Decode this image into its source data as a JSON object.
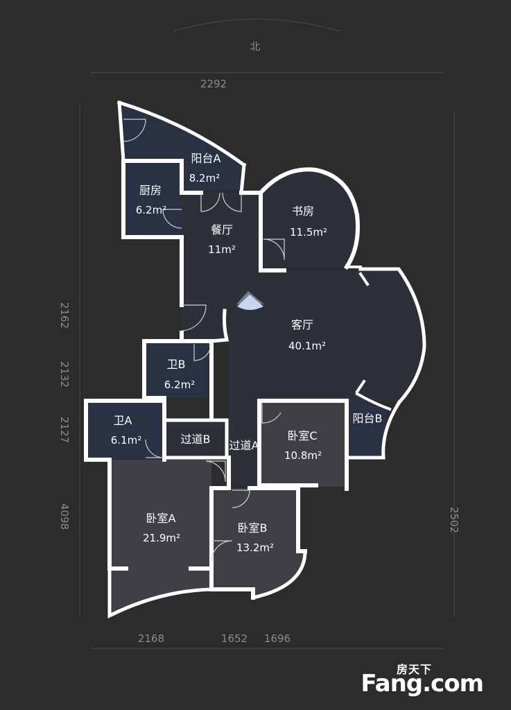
{
  "compass_label": "北",
  "dimensions": {
    "top": "2292",
    "left_1": "2162",
    "left_2": "2132",
    "left_3": "2127",
    "left_4": "4098",
    "right": "2502",
    "bottom_1": "2168",
    "bottom_2": "1652",
    "bottom_3": "1696"
  },
  "rooms": {
    "balcony_a": {
      "name": "阳台A",
      "area": "8.2m²"
    },
    "kitchen": {
      "name": "厨房",
      "area": "6.2m²"
    },
    "dining": {
      "name": "餐厅",
      "area": "11m²"
    },
    "study": {
      "name": "书房",
      "area": "11.5m²"
    },
    "living": {
      "name": "客厅",
      "area": "40.1m²"
    },
    "bath_b": {
      "name": "卫B",
      "area": "6.2m²"
    },
    "bath_a": {
      "name": "卫A",
      "area": "6.1m²"
    },
    "hall_b": {
      "name": "过道B"
    },
    "hall_a": {
      "name": "过道A"
    },
    "bedroom_c": {
      "name": "卧室C",
      "area": "10.8m²"
    },
    "balcony_b": {
      "name": "阳台B"
    },
    "bedroom_a": {
      "name": "卧室A",
      "area": "21.9m²"
    },
    "bedroom_b": {
      "name": "卧室B",
      "area": "13.2m²"
    }
  },
  "watermark": {
    "cn": "房天下",
    "en": "Fang.com"
  },
  "colors": {
    "background": "#2b2c2e",
    "room_dark": "#2d3038",
    "room_navy": "#2a3142",
    "room_grey": "#3f3f45",
    "wall": "#ffffff"
  }
}
